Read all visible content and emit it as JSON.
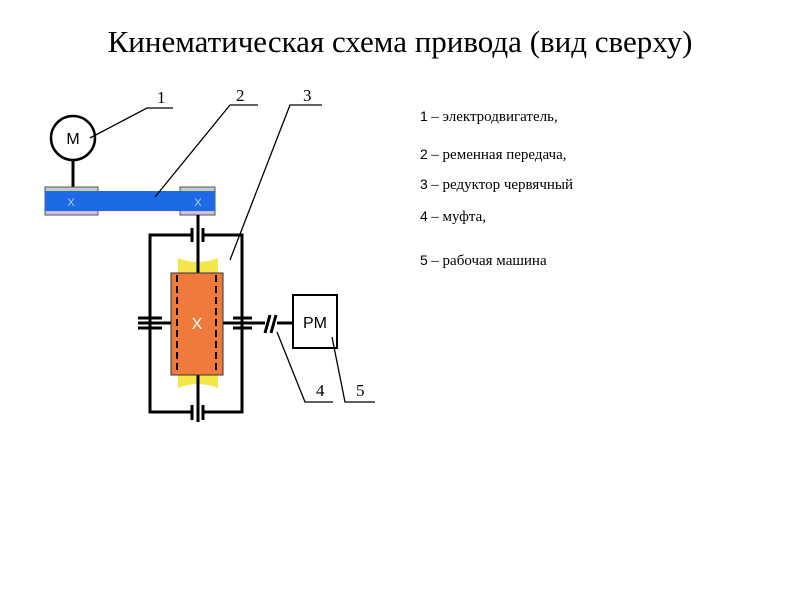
{
  "title": "Кинематическая схема привода (вид сверху)",
  "legend": [
    {
      "num": "1",
      "text": "– электродвигатель,"
    },
    {
      "num": "2",
      "text": "– ременная передача,"
    },
    {
      "num": "3",
      "text": "– редуктор червячный"
    },
    {
      "num": "4",
      "text": "– муфта,"
    },
    {
      "num": "5",
      "text": "– рабочая машина"
    }
  ],
  "diagram": {
    "motor_label": "M",
    "worm_label": "X",
    "machine_label": "PM",
    "callouts": [
      "1",
      "2",
      "3",
      "4",
      "5"
    ],
    "colors": {
      "belt": "#1e6ae6",
      "worm_wheel": "#f07a3c",
      "worm": "#f3e64a",
      "pulley": "#c8c8c8"
    }
  }
}
